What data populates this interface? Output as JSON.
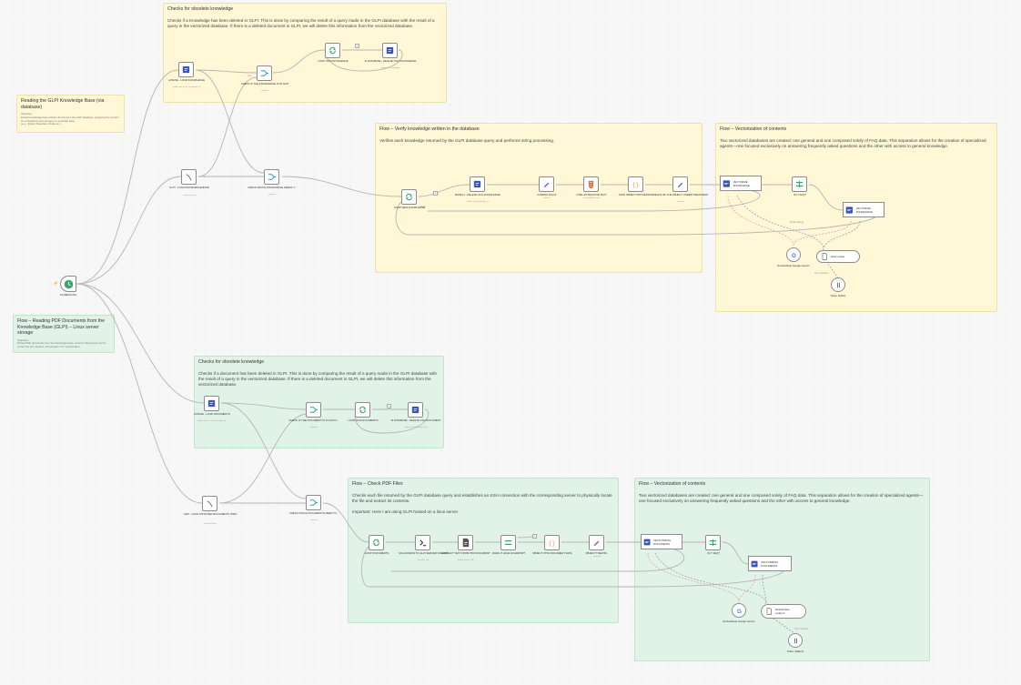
{
  "notes": {
    "reading_kb_title": "Reading the GLPI Knowledge Base (via database)",
    "reading_kb_sub1": "Objective:",
    "reading_kb_sub2": "Extract knowledge base articles directly from the GLPI database, preparing the content for embeddings and storage in a semantic base.",
    "reading_kb_sub3": "(e.g., Qdrant, Weaviate, Redis etc.)",
    "reading_pdf_title": "Flow – Reading PDF Documents from the Knowledge Base (GLPI) – Linux server storage",
    "reading_pdf_sub1": "Objective:",
    "reading_pdf_sub2": "Extract PDF documents from the knowledge base, stored in files (Linux) server, extract the text, break it, and prepare it for vectorization.",
    "obsolete_kb_title": "Checks for obsolete knowledge",
    "obsolete_kb_body": "Checks if a Knowledge has been deleted in GLPI. This is done by comparing the result of a query made in the GLPI database with the result of a query in the vectorized database. If there is a deleted document in GLPI, we will delete this information from the vectorized database.",
    "verify_kb_title": "Flow – Verify knowledge written in the database",
    "verify_kb_body": "Verifies each knowledge returned by the GLPI database query and performs string processing.",
    "vector_kb_title": "Flow – Vectorization of contents",
    "vector_kb_body": "Two vectorized databases are created: one general and one composed solely of FAQ data. This separation allows for the creation of specialized agents—one focused exclusively on answering frequently asked questions and the other with access to general knowledge.",
    "obsolete_doc_title": "Checks for obsolete knowledge",
    "obsolete_doc_body": "Checks if a document has been deleted in GLPI. This is done by comparing the result of a query made in the GLPI database with the result of a query in the vectorized database. If there is a deleted document in GLPI, we will delete this information from the vectorized database.",
    "check_pdf_title": "Flow – Check PDF Files",
    "check_pdf_body1": "Checks each file returned by the GLPI database query and establishes an SSH connection with the corresponding server to physically locate the file and extract its contents.",
    "check_pdf_body2": "Important: Here I am using GLPI hosted on a linux server",
    "vector_pdf_title": "Flow – Vectorization of contents",
    "vector_pdf_body": "Two vectorized databases are created: one general and one composed solely of FAQ data. This separation allows for the creation of specialized agents—one focused exclusively on answering frequently asked questions and the other with access to general knowledge."
  },
  "nodes": {
    "scheduling": {
      "label": "SCHEDULING"
    },
    "ai_base_load_knowledge": {
      "label": "AI BASE - LOAD KNOWLEDGE",
      "sub": "getAll rows in: tb_knowledge_rh"
    },
    "check_kb_in_glpi": {
      "label": "CHECK IF THE KNOWLEDGE IS IN GLPI",
      "sub": "compare"
    },
    "loop_old_knowledge": {
      "label": "LOOP OLD KNOWLEDGE"
    },
    "ai_database_delete_old_knowledge": {
      "label": "AI DATABASE - DELETE OLD KNOWLEDGE",
      "sub": "delete: tb_knowledge"
    },
    "glpi_load_knowledge_base": {
      "label": "GLPI - LOAD KNOWLEDGE BASE",
      "sub": "executeQuery"
    },
    "check_which_knowledge_needs": {
      "label": "CHECK WHICH KNOWLEDGE NEEDS T...",
      "sub": "compare"
    },
    "loop_new_knowledge": {
      "label": "LOOP NEW KNOWLEDGE"
    },
    "base_ia_delete_old_knowledge": {
      "label": "BASE IA - DELETE OLD KNOWLEDGE",
      "sub": "delete: tb_knowledge_rh"
    },
    "format_faq": {
      "label": "FORMAT FAQ R",
      "sub": "manual"
    },
    "html_extractor_text": {
      "label": "HTML EXTRACTOR TEXT",
      "sub": "extractHtmlContent"
    },
    "json_object_processing": {
      "label": "JSON OBJECT PROCESSING",
      "sub": ""
    },
    "fields_object_under_treatment": {
      "label": "FIELDS OF THE OBJECT UNDER TREATMENT",
      "sub": "manual"
    },
    "vectorize_knowledge": {
      "label": "VECTORIZE KNOWLEDGE",
      "sub": ""
    },
    "is_it_faq": {
      "label": "IS IT FAQ?",
      "sub": ""
    },
    "vectorize_knowledge_2": {
      "label": "VECTORIZE KNOWLEDGE"
    },
    "embeddings_google_gemini": {
      "label": "Embeddings Google Gemini"
    },
    "data_loader": {
      "label": "Data Loader"
    },
    "token_splitter": {
      "label": "Token Splitter"
    },
    "ai_base_load_documents": {
      "label": "AI BASE - LOAD DOCUMENTS",
      "sub": "getAll rows in: tb_knowledge_file"
    },
    "check_doc_in_glpi": {
      "label": "CHECK IF THE DOCUMENT IS IN GLPI A...",
      "sub": "compare"
    },
    "loop_old_documents": {
      "label": "LOOP OLD DOCUMENTS"
    },
    "ai_database_delete_old_document": {
      "label": "AI DATABASE - DELETE OLD DOCUMENT",
      "sub": "delete: tb_knowledge_file"
    },
    "glpi_load_attached_documents": {
      "label": "GLPI - LOAD ATTACHED DOCUMENTS (PDF)",
      "sub": "executeQuery"
    },
    "check_which_documents_need": {
      "label": "CHECK WHICH DOCUMENTS NEED TO...",
      "sub": "compare"
    },
    "loop_documents": {
      "label": "LOOP DOCUMENTS"
    },
    "ssh_access_glpi_server": {
      "label": "SSH ACCESS TO GLPI SERVER FOLDER",
      "sub": "execute: ssh"
    },
    "extract_text_pdf": {
      "label": "EXTRACT TEXT FROM PDF DOCUMENT",
      "sub": "Extract From PDF"
    },
    "does_it_have_an_error": {
      "label": "DOES IT HAVE AN ERROR?",
      "sub": ""
    },
    "object_with_document_data": {
      "label": "OBJECT WITH DOCUMENT DATA",
      "sub": ""
    },
    "object_treatment": {
      "label": "OBJECT TREATM...",
      "sub": "manual"
    },
    "vectorizing_documents": {
      "label": "VECTORIZING DOCUMENTS",
      "sub": ""
    },
    "is_it_faq_2": {
      "label": "IS IT FAQ?",
      "sub": ""
    },
    "vectorizing_documents_2": {
      "label": "VECTORIZING DOCUMENTS..."
    },
    "embeddings_google_gemini_2": {
      "label": "Embeddings Google Gemini"
    },
    "default_data_loader": {
      "label": "Default Data Loader1"
    },
    "token_splitter_2": {
      "label": "Token Splitter1"
    }
  },
  "edge_labels": {
    "done": "done",
    "loop": "loop",
    "true": "true",
    "false": "false",
    "embedding": "Embedding",
    "document": "Document",
    "text_splitter": "Text Splitter",
    "vector_store": "Vector Store"
  },
  "colors": {
    "yellow_note": "#fff7d6",
    "green_note": "#e0f3e6",
    "trigger_green": "#3ba56b",
    "edge": "#b5b5b5",
    "ai_dashed_pink": "#e6a3b8",
    "ai_dashed_gray": "#9aa0b5",
    "node_blue": "#3b55b5",
    "node_teal": "#2aa1b3",
    "node_purple": "#6b56d6",
    "node_orange": "#e36a3a"
  }
}
